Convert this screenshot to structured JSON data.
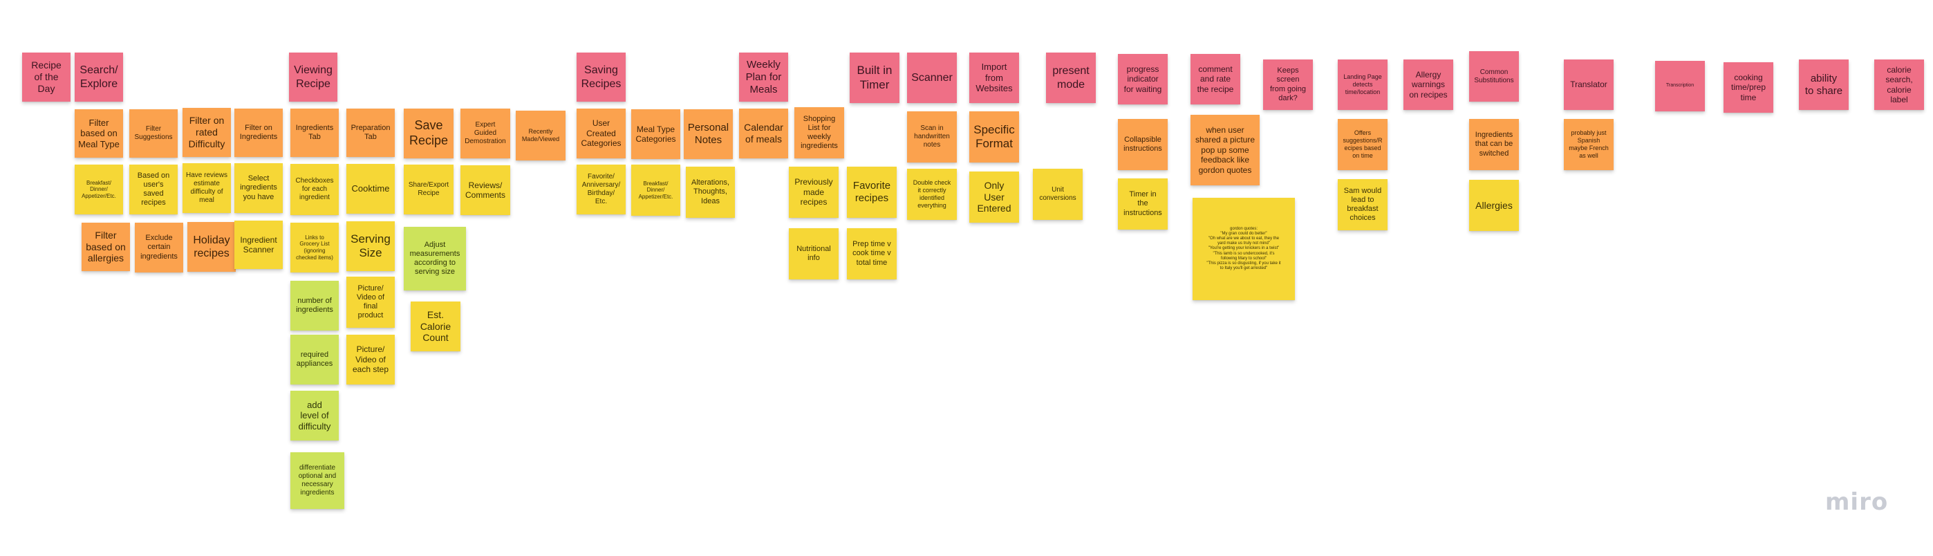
{
  "board": {
    "logo": "miro",
    "colors": {
      "pink": "#ef6f86",
      "orange": "#fba24e",
      "yellow": "#f6d736",
      "green": "#cde35b"
    }
  },
  "notes": [
    {
      "text": "Recipe\nof the\nDay",
      "color": "pink"
    },
    {
      "text": "Search/\nExplore",
      "color": "pink"
    },
    {
      "text": "Filter\nbased on\nMeal Type",
      "color": "orange"
    },
    {
      "text": "Breakfast/\nDinner/\nAppetizer/Etc.",
      "color": "yellow"
    },
    {
      "text": "Filter\nbased on\nallergies",
      "color": "orange"
    },
    {
      "text": "Filter\nSuggestions",
      "color": "orange"
    },
    {
      "text": "Based on\nuser's\nsaved\nrecipes",
      "color": "yellow"
    },
    {
      "text": "Exclude\ncertain\ningredients",
      "color": "orange"
    },
    {
      "text": "Filter on\nrated\nDifficulty",
      "color": "orange"
    },
    {
      "text": "Have reviews\nestimate\ndifficulty of\nmeal",
      "color": "yellow"
    },
    {
      "text": "Holiday\nrecipes",
      "color": "orange"
    },
    {
      "text": "Filter on\nIngredients",
      "color": "orange"
    },
    {
      "text": "Select\ningredients\nyou have",
      "color": "yellow"
    },
    {
      "text": "Ingredient\nScanner",
      "color": "yellow"
    },
    {
      "text": "Viewing\nRecipe",
      "color": "pink"
    },
    {
      "text": "Ingredients\nTab",
      "color": "orange"
    },
    {
      "text": "Checkboxes\nfor each\ningredient",
      "color": "yellow"
    },
    {
      "text": "Links to\nGrocery List\n(ignoring\nchecked items)",
      "color": "yellow"
    },
    {
      "text": "number of\ningredients",
      "color": "green"
    },
    {
      "text": "required\nappliances",
      "color": "green"
    },
    {
      "text": "add\nlevel of\ndifficulty",
      "color": "green"
    },
    {
      "text": "differentiate\noptional and\nnecessary\ningredients",
      "color": "green"
    },
    {
      "text": "Preparation\nTab",
      "color": "orange"
    },
    {
      "text": "Cooktime",
      "color": "yellow"
    },
    {
      "text": "Serving\nSize",
      "color": "yellow"
    },
    {
      "text": "Picture/\nVideo of\nfinal\nproduct",
      "color": "yellow"
    },
    {
      "text": "Picture/\nVideo of\neach step",
      "color": "yellow"
    },
    {
      "text": "Save\nRecipe",
      "color": "orange"
    },
    {
      "text": "Share/Export\nRecipe",
      "color": "yellow"
    },
    {
      "text": "Adjust\nmeasurements\naccording to\nserving size",
      "color": "green"
    },
    {
      "text": "Est.\nCalorie\nCount",
      "color": "yellow"
    },
    {
      "text": "Expert\nGuided\nDemostration",
      "color": "orange"
    },
    {
      "text": "Reviews/\nComments",
      "color": "yellow"
    },
    {
      "text": "Recently\nMade/Viewed",
      "color": "orange"
    },
    {
      "text": "Saving\nRecipes",
      "color": "pink"
    },
    {
      "text": "User\nCreated\nCategories",
      "color": "orange"
    },
    {
      "text": "Favorite/\nAnniversary/\nBirthday/\nEtc.",
      "color": "yellow"
    },
    {
      "text": "Meal Type\nCategories",
      "color": "orange"
    },
    {
      "text": "Breakfast/\nDinner/\nAppetizer/Etc.",
      "color": "yellow"
    },
    {
      "text": "Personal\nNotes",
      "color": "orange"
    },
    {
      "text": "Alterations,\nThoughts,\nIdeas",
      "color": "yellow"
    },
    {
      "text": "Weekly\nPlan for\nMeals",
      "color": "pink"
    },
    {
      "text": "Calendar\nof meals",
      "color": "orange"
    },
    {
      "text": "Shopping\nList for\nweekly\ningredients",
      "color": "orange"
    },
    {
      "text": "Previously\nmade\nrecipes",
      "color": "yellow"
    },
    {
      "text": "Nutritional\ninfo",
      "color": "yellow"
    },
    {
      "text": "Built in\nTimer",
      "color": "pink"
    },
    {
      "text": "Favorite\nrecipes",
      "color": "yellow"
    },
    {
      "text": "Prep time v\ncook time v\ntotal time",
      "color": "yellow"
    },
    {
      "text": "Scanner",
      "color": "pink"
    },
    {
      "text": "Scan in\nhandwritten\nnotes",
      "color": "orange"
    },
    {
      "text": "Double check\nit correctly\nidentified\neverything",
      "color": "yellow"
    },
    {
      "text": "Import\nfrom\nWebsites",
      "color": "pink"
    },
    {
      "text": "Specific\nFormat",
      "color": "orange"
    },
    {
      "text": "Only\nUser\nEntered",
      "color": "yellow"
    },
    {
      "text": "present\nmode",
      "color": "pink"
    },
    {
      "text": "Unit\nconversions",
      "color": "yellow"
    },
    {
      "text": "progress\nindicator\nfor waiting",
      "color": "pink"
    },
    {
      "text": "Collapsible\ninstructions",
      "color": "orange"
    },
    {
      "text": "Timer in\nthe\ninstructions",
      "color": "yellow"
    },
    {
      "text": "comment\nand rate\nthe recipe",
      "color": "pink"
    },
    {
      "text": "when user\nshared a picture\npop up some\nfeedback like\ngordon quotes",
      "color": "orange"
    },
    {
      "text": "gordon quotes:\n\"My gran could do better\"\n\"Oh what are we about to eat, they the\nyard make us truly not mind\"\n\"You're getting your knickers in a twist\"\n\"This lamb is so undercooked, it's\nfollowing Mary to school\"\n\"This pizza is so disgusting, if you take it\nto Italy you'll get arrested\"",
      "color": "yellow"
    },
    {
      "text": "Keeps\nscreen\nfrom going\ndark?",
      "color": "pink"
    },
    {
      "text": "Landing Page\ndetects\ntime/location",
      "color": "pink"
    },
    {
      "text": "Offers\nsuggestions/R\necipes based\non time",
      "color": "orange"
    },
    {
      "text": "Sam would\nlead to\nbreakfast\nchoices",
      "color": "yellow"
    },
    {
      "text": "Allergy\nwarnings\non recipes",
      "color": "pink"
    },
    {
      "text": "Common\nSubstitutions",
      "color": "pink"
    },
    {
      "text": "Ingredients\nthat can be\nswitched",
      "color": "orange"
    },
    {
      "text": "Allergies",
      "color": "yellow"
    },
    {
      "text": "Translator",
      "color": "pink"
    },
    {
      "text": "probably just\nSpanish\nmaybe French\nas well",
      "color": "orange"
    },
    {
      "text": "Transcription",
      "color": "pink"
    },
    {
      "text": "cooking\ntime/prep\ntime",
      "color": "pink"
    },
    {
      "text": "ability\nto share",
      "color": "pink"
    },
    {
      "text": "calorie\nsearch,\ncalorie\nlabel",
      "color": "pink"
    }
  ]
}
